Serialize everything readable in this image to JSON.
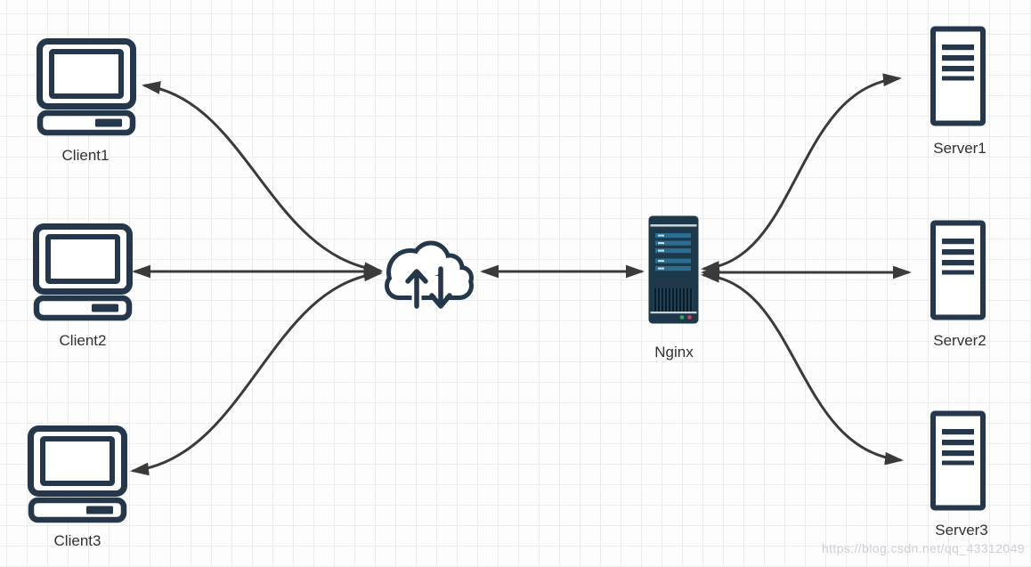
{
  "diagram": {
    "clients": [
      {
        "label": "Client1"
      },
      {
        "label": "Client2"
      },
      {
        "label": "Client3"
      }
    ],
    "cloud": {
      "name": "internet-cloud"
    },
    "load_balancer": {
      "label": "Nginx"
    },
    "servers": [
      {
        "label": "Server1"
      },
      {
        "label": "Server2"
      },
      {
        "label": "Server3"
      }
    ],
    "connections": [
      {
        "from": "Client1",
        "to": "Cloud",
        "bidirectional": true,
        "style": "curved"
      },
      {
        "from": "Client2",
        "to": "Cloud",
        "bidirectional": true,
        "style": "straight"
      },
      {
        "from": "Client3",
        "to": "Cloud",
        "bidirectional": true,
        "style": "curved"
      },
      {
        "from": "Cloud",
        "to": "Nginx",
        "bidirectional": true,
        "style": "straight"
      },
      {
        "from": "Nginx",
        "to": "Server1",
        "bidirectional": true,
        "style": "curved"
      },
      {
        "from": "Nginx",
        "to": "Server2",
        "bidirectional": true,
        "style": "straight"
      },
      {
        "from": "Nginx",
        "to": "Server3",
        "bidirectional": true,
        "style": "curved"
      }
    ]
  },
  "watermark": {
    "text": "https://blog.csdn.net/qq_43312049"
  },
  "colors": {
    "icon": "#24374b",
    "arrow": "#3a3a3a",
    "label": "#303030",
    "background": "#fdfdfd",
    "grid_line": "#ececec",
    "bar": "#2b6e92",
    "led_green": "#3f9e62",
    "led_red": "#c14158"
  }
}
